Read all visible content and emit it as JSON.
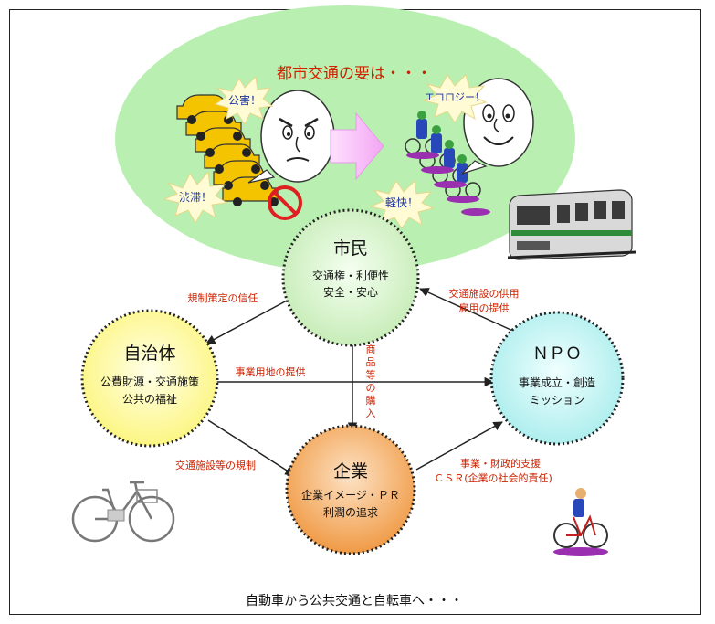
{
  "top_title": "都市交通の要は・・・",
  "bubbles": {
    "pollution": "公害！",
    "congestion": "渋滞！",
    "ecology": "エコロジー！",
    "light": "軽快！"
  },
  "nodes": {
    "citizen": {
      "title": "市民",
      "line1": "交通権・利便性",
      "line2": "安全・安心"
    },
    "municipality": {
      "title": "自治体",
      "line1": "公費財源・交通施策",
      "line2": "公共の福祉"
    },
    "npo": {
      "title": "ＮＰＯ",
      "line1": "事業成立・創造",
      "line2": "ミッション"
    },
    "company": {
      "title": "企業",
      "line1": "企業イメージ・ＰＲ",
      "line2": "利潤の追求"
    }
  },
  "edges": {
    "regulation_trust": "規制策定の信任",
    "facility_use_1": "交通施設の供用",
    "facility_use_2": "雇用の提供",
    "business_land": "事業用地の提供",
    "product_purchase": "商品等の購入",
    "facility_regulation": "交通施設等の規制",
    "financial_support": "事業・財政的支援",
    "csr": "ＣＳＲ(企業の社会的責任)"
  },
  "bottom_caption": "自動車から公共交通と自転車へ・・・",
  "colors": {
    "top_ellipse": "#b8f0b4",
    "citizen_fill": "#d8f2c8",
    "municipality_fill": "#ffff9c",
    "npo_fill": "#b8f2f2",
    "company_fill": "#f7b368",
    "red_text": "#cc2200",
    "blue_text": "#1a33a0"
  }
}
